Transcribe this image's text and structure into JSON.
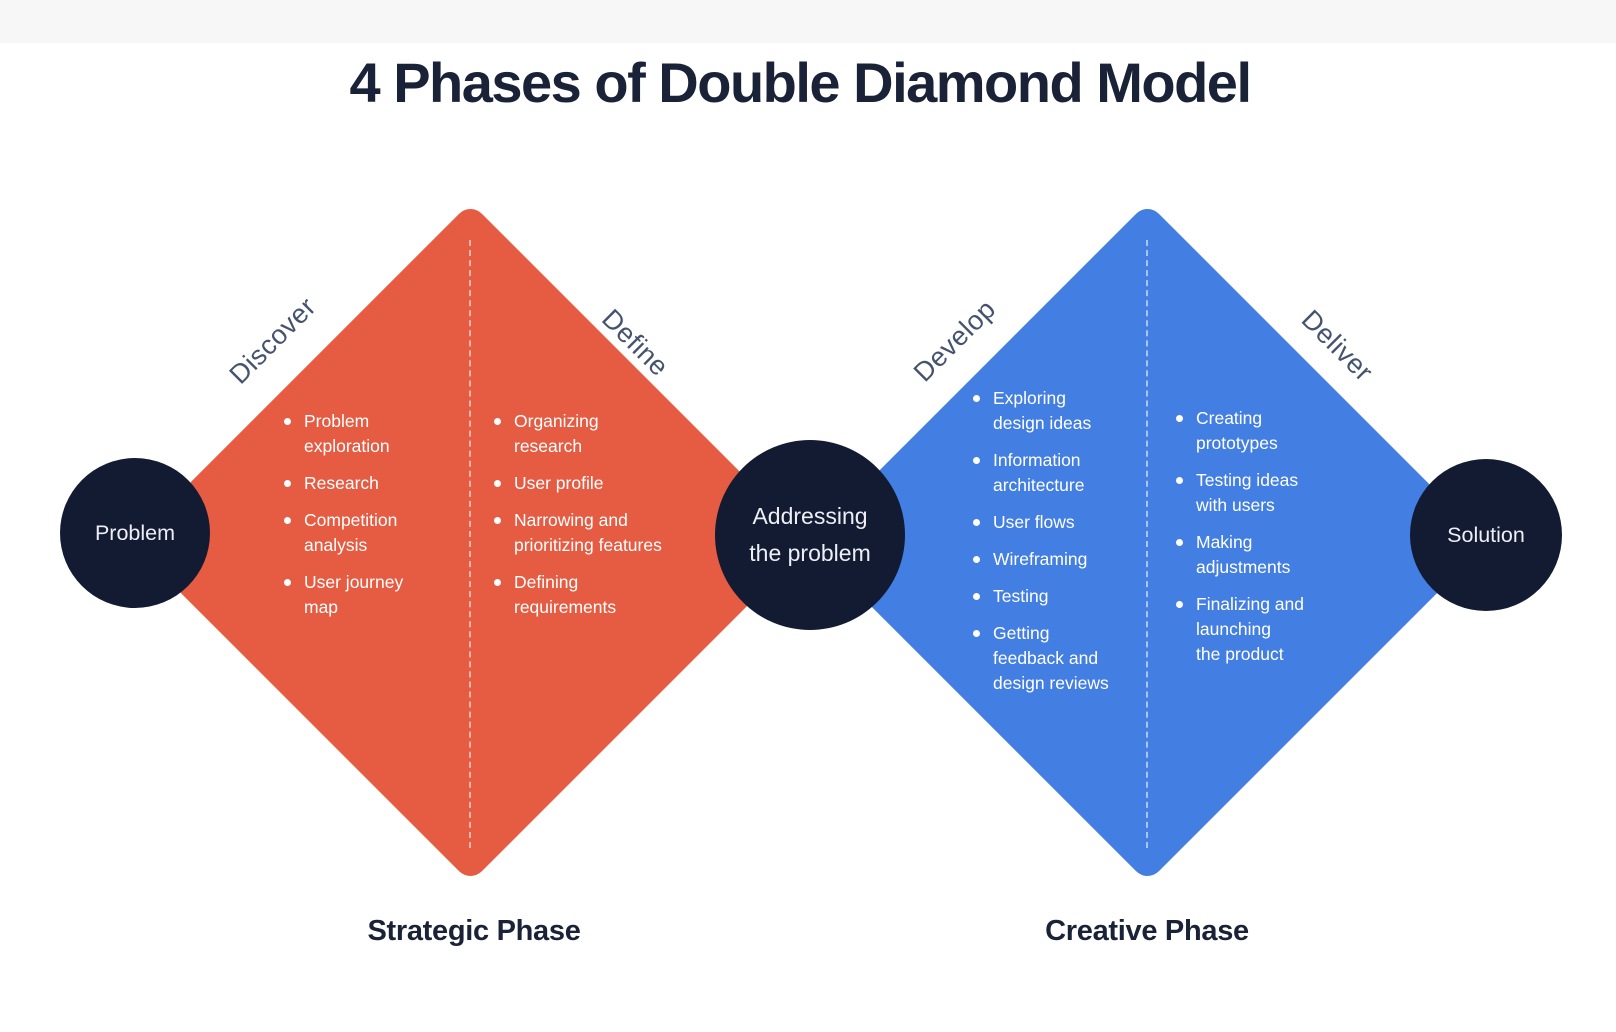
{
  "title": "4 Phases of Double Diamond Model",
  "colors": {
    "orange": "#E55C43",
    "blue": "#437EE3",
    "navy_circle": "#131B33",
    "navy_title": "#1A2238",
    "edge_label": "#45536E",
    "list_text": "#FFFFFF"
  },
  "nodes": {
    "problem": {
      "label": "Problem"
    },
    "addressing": {
      "label": "Addressing\nthe problem"
    },
    "solution": {
      "label": "Solution"
    }
  },
  "phases": {
    "strategic": {
      "label": "Strategic Phase",
      "stages": [
        {
          "name": "Discover",
          "items": [
            "Problem\nexploration",
            "Research",
            "Competition\nanalysis",
            "User journey\nmap"
          ]
        },
        {
          "name": "Define",
          "items": [
            "Organizing\nresearch",
            "User profile",
            "Narrowing and\nprioritizing features",
            "Defining\nrequirements"
          ]
        }
      ]
    },
    "creative": {
      "label": "Creative Phase",
      "stages": [
        {
          "name": "Develop",
          "items": [
            "Exploring\ndesign ideas",
            "Information\narchitecture",
            "User flows",
            "Wireframing",
            "Testing",
            "Getting\nfeedback and\ndesign reviews"
          ]
        },
        {
          "name": "Deliver",
          "items": [
            "Creating\nprototypes",
            "Testing ideas\nwith users",
            "Making\nadjustments",
            "Finalizing and\nlaunching\nthe product"
          ]
        }
      ]
    }
  }
}
